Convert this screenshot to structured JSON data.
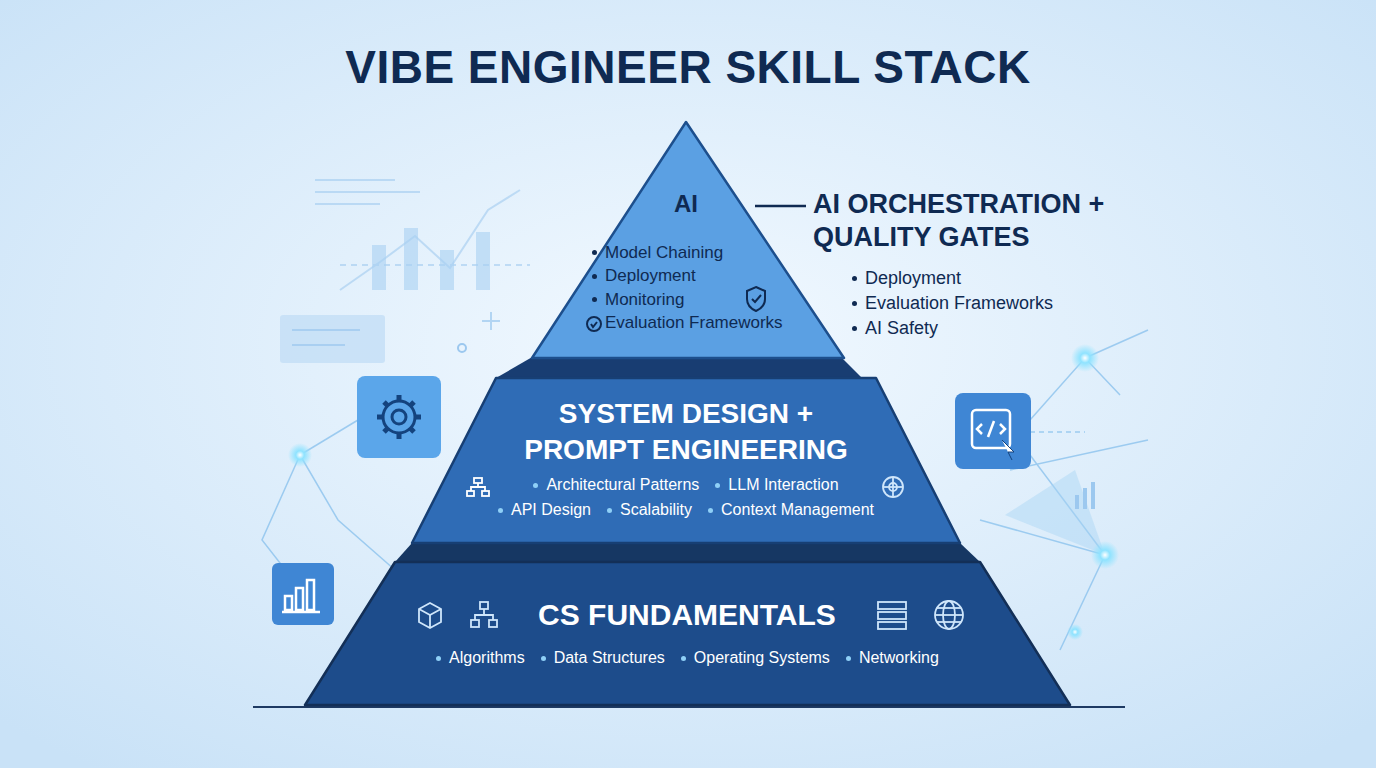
{
  "diagram": {
    "title": "VIBE ENGINEER SKILL STACK",
    "nodes": [
      {
        "text": [
          "AI",
          "Model Chaining",
          "Deployment",
          "Monitoring",
          "Evaluation Frameworks"
        ]
      },
      {
        "text": [
          "SYSTEM DESIGN + PROMPT ENGINEERING",
          "Architectural Patterns",
          "LLM Interaction",
          "API Design",
          "Scalability",
          "Context Management"
        ]
      },
      {
        "text": [
          "CS FUNDAMENTALS",
          "Algorithms",
          "Data Structures",
          "Operating Systems",
          "Networking"
        ]
      }
    ],
    "labels": [
      "AI ORCHESTRATION + QUALITY GATES",
      "Deployment",
      "Evaluation Frameworks",
      "AI Safety"
    ]
  }
}
